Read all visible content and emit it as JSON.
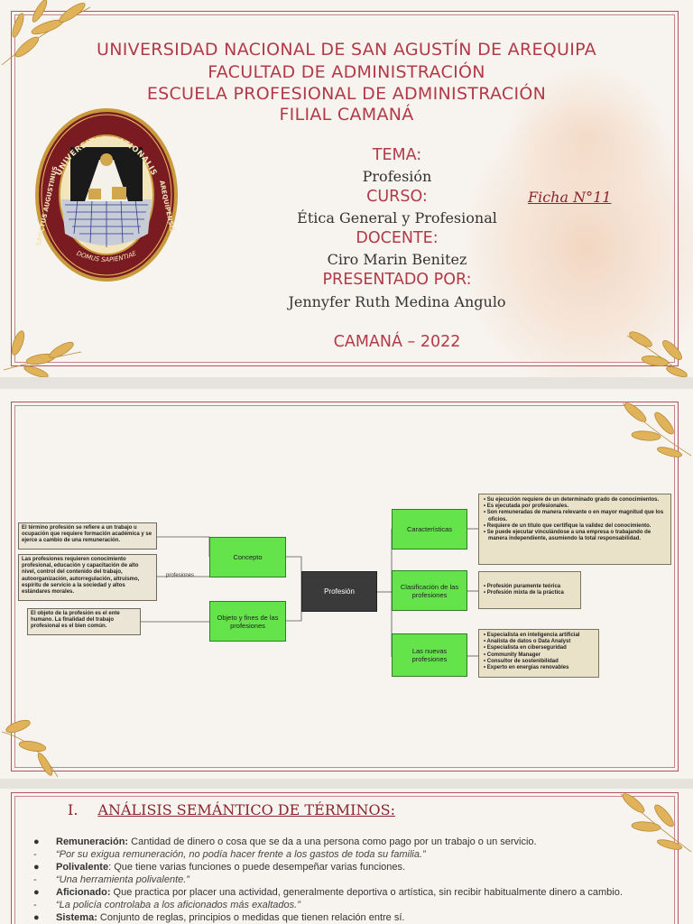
{
  "header": {
    "university": "UNIVERSIDAD NACIONAL DE SAN AGUSTÍN DE AREQUIPA",
    "faculty": "FACULTAD DE ADMINISTRACIÓN",
    "school": "ESCUELA PROFESIONAL DE ADMINISTRACIÓN",
    "branch": "FILIAL CAMANÁ"
  },
  "seal": {
    "top_text": "UNIVERSITAS NATIONALIS",
    "left_text": "SANCTUS AUGUSTINUS",
    "right_text": "AREQUIPENSIS",
    "bottom_text": "DOMUS SAPIENTIAE"
  },
  "cover": {
    "topic_label": "TEMA:",
    "topic": "Profesión",
    "course_label": "CURSO:",
    "course": "Ética General y Profesional",
    "teacher_label": "DOCENTE:",
    "teacher": "Ciro Marin Benitez",
    "presented_label": "PRESENTADO POR:",
    "student": "Jennyfer Ruth Medina Angulo",
    "place_year": "CAMANÁ – 2022",
    "ficha": "Ficha N°11"
  },
  "mindmap": {
    "center": "Profesión",
    "concepto": "Concepto",
    "objeto": "Objeto y fines de las profesiones",
    "caracteristicas": "Características",
    "clasificacion": "Clasificación de las profesiones",
    "nuevas": "Las nuevas profesiones",
    "link_label": "profesiones",
    "note_concepto": "El término profesión se refiere a un trabajo u ocupación que requiere formación académica y se ejerce a cambio de una remuneración.",
    "note_requisitos": "Las profesiones requieren conocimiento profesional, educación y capacitación de alto nivel, control del contenido del trabajo, autoorganización, autorregulación, altruismo, espíritu de servicio a la sociedad y altos estándares morales.",
    "note_objeto": "El objeto de la profesión es el ente humano. La finalidad del trabajo profesional es el bien común.",
    "caracteristicas_items": [
      "Su ejecución requiere de un determinado grado de conocimientos.",
      "Es ejecutada por profesionales.",
      "Son remuneradas de manera relevante o en mayor magnitud que los oficios.",
      "Requiere de un título que certifique la validez del conocimiento.",
      "Se puede ejecutar vinculándose a una empresa o trabajando de manera independiente, asumiendo la total responsabilidad."
    ],
    "clasificacion_items": [
      "Profesión puramente teórica",
      "Profesión mixta de la práctica"
    ],
    "nuevas_items": [
      "Especialista en inteligencia artificial",
      "Analista de datos o Data Analyst",
      "Especialista en ciberseguridad",
      "Community Manager",
      "Consultor de sostenibilidad",
      "Experto en energías renovables"
    ]
  },
  "analysis": {
    "numeral": "I.",
    "title": "ANÁLISIS SEMÁNTICO DE  TÉRMINOS:",
    "terms": [
      {
        "term": "Remuneración:",
        "definition": " Cantidad de dinero o cosa que se da a una persona como pago por un trabajo o un servicio.",
        "example": "“Por su exigua remuneración, no podía hacer frente a los gastos de toda su familia.”"
      },
      {
        "term": "Polivalente",
        "definition": ": Que tiene varias funciones o puede desempeñar varias funciones.",
        "example": "“Una herramienta polivalente.”"
      },
      {
        "term": "Aficionado:",
        "definition": " Que practica por placer una actividad, generalmente deportiva o artística, sin recibir habitualmente dinero a cambio.",
        "example": "“La policía controlaba a los aficionados más exaltados.”"
      },
      {
        "term": "Sistema:",
        "definition": " Conjunto de reglas, principios o medidas que tienen relación entre sí.",
        "example": ""
      }
    ],
    "bullet": "●",
    "dash": "-"
  },
  "colors": {
    "accent_red": "#b23a48",
    "green_box": "#64e34b",
    "tan_box": "#e9e2c9",
    "center_box": "#3a3a3a"
  }
}
